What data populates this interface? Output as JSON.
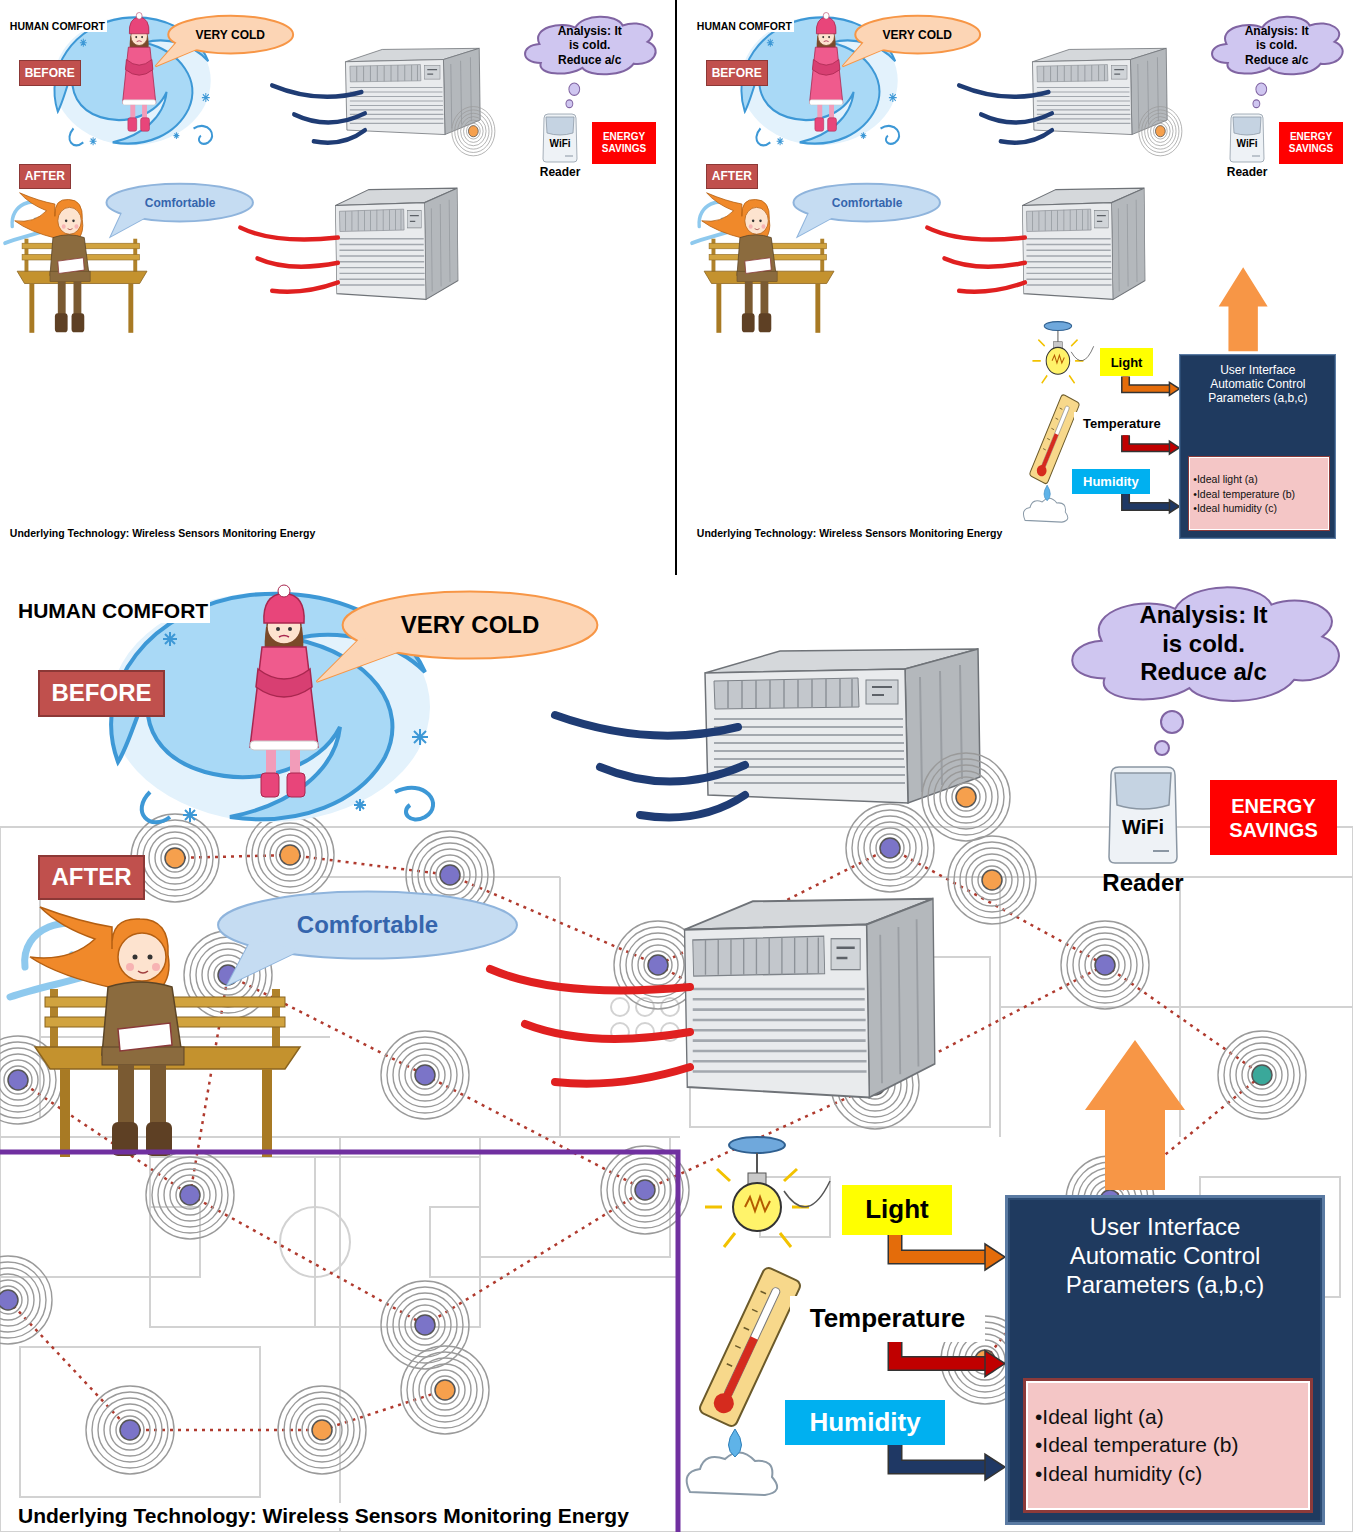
{
  "diagram": {
    "nodes": [
      {
        "text": [
          "VERY COLD"
        ]
      },
      {
        "text": [
          "Analysis: It is cold. Reduce a/c"
        ]
      },
      {
        "text": [
          "BEFORE"
        ]
      },
      {
        "text": [
          "WiFi",
          "Reader"
        ]
      },
      {
        "text": [
          "ENERGY SAVINGS"
        ]
      },
      {
        "text": [
          "AFTER"
        ]
      },
      {
        "text": [
          "Comfortable"
        ]
      },
      {
        "text": [
          "VERY COLD"
        ]
      },
      {
        "text": [
          "Analysis: It is cold. Reduce a/c"
        ]
      },
      {
        "text": [
          "BEFORE"
        ]
      },
      {
        "text": [
          "WiFi",
          "Reader"
        ]
      },
      {
        "text": [
          "ENERGY SAVINGS"
        ]
      },
      {
        "text": [
          "AFTER"
        ]
      },
      {
        "text": [
          "Comfortable"
        ]
      },
      {
        "text": [
          "Light"
        ]
      },
      {
        "text": [
          "Temperature"
        ]
      },
      {
        "text": [
          "Humidity"
        ]
      },
      {
        "text": [
          "User Interface Automatic Control Parameters (a,b,c)"
        ]
      },
      {
        "text": [
          "•Ideal light (a)",
          "•Ideal temperature (b)",
          "•Ideal humidity (c)"
        ],
        "in": 17
      },
      {
        "text": [
          "VERY COLD"
        ]
      },
      {
        "text": [
          "Analysis: It is cold. Reduce a/c"
        ]
      },
      {
        "text": [
          "BEFORE"
        ]
      },
      {
        "text": [
          "WiFi",
          "Reader"
        ]
      },
      {
        "text": [
          "ENERGY SAVINGS"
        ]
      },
      {
        "text": [
          "AFTER"
        ]
      },
      {
        "text": [
          "Comfortable"
        ]
      },
      {
        "text": [
          "Light"
        ]
      },
      {
        "text": [
          "Temperature"
        ]
      },
      {
        "text": [
          "Humidity"
        ]
      },
      {
        "text": [
          "User Interface Automatic Control Parameters (a,b,c)"
        ]
      },
      {
        "text": [
          "•Ideal light (a)",
          "•Ideal temperature (b)",
          "•Ideal humidity (c)"
        ],
        "in": 29
      }
    ],
    "edges": [
      {
        "from": 14,
        "to": 17,
        "arrow": "to"
      },
      {
        "from": 15,
        "to": 17,
        "arrow": "to"
      },
      {
        "from": 16,
        "to": 17,
        "arrow": "to"
      },
      {
        "from": 26,
        "to": 29,
        "arrow": "to"
      },
      {
        "from": 27,
        "to": 29,
        "arrow": "to"
      },
      {
        "from": 28,
        "to": 29,
        "arrow": "to"
      }
    ],
    "labels": [
      "HUMAN COMFORT",
      "Underlying Technology: Wireless Sensors Monitoring Energy",
      "HUMAN COMFORT",
      "Underlying Technology: Wireless Sensors Monitoring Energy",
      "HUMAN COMFORT",
      "Underlying Technology: Wireless Sensors Monitoring Energy"
    ]
  }
}
